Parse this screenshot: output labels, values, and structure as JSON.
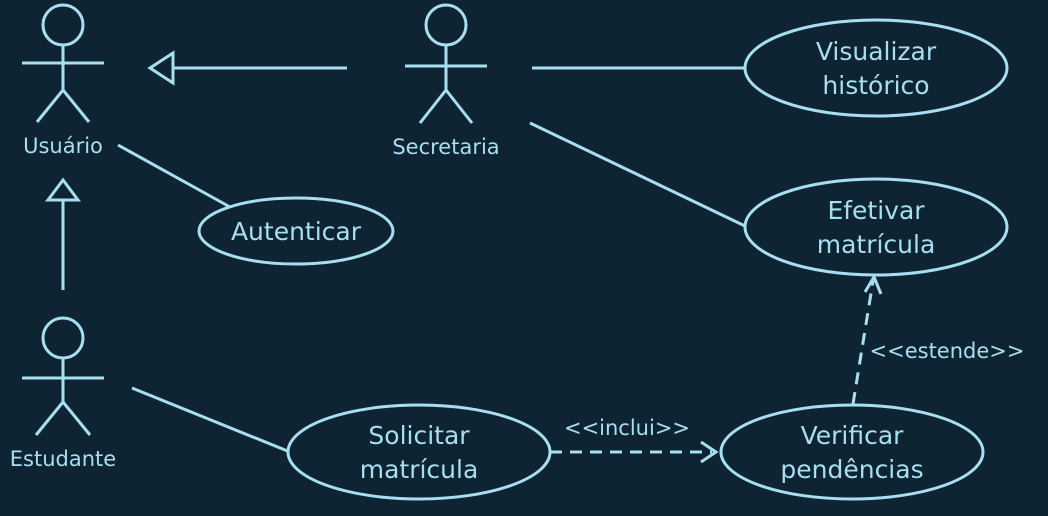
{
  "colors": {
    "background": "#0f2433",
    "line": "#a8dff0"
  },
  "actors": {
    "usuario": {
      "label": "Usuário"
    },
    "secretaria": {
      "label": "Secretaria"
    },
    "estudante": {
      "label": "Estudante"
    }
  },
  "use_cases": {
    "visualizar": {
      "line1": "Visualizar",
      "line2": "histórico"
    },
    "efetivar": {
      "line1": "Efetivar",
      "line2": "matrícula"
    },
    "autenticar": {
      "line1": "Autenticar"
    },
    "solicitar": {
      "line1": "Solicitar",
      "line2": "matrícula"
    },
    "verificar": {
      "line1": "Verificar",
      "line2": "pendências"
    }
  },
  "relations": {
    "include_label": "<<inclui>>",
    "extend_label": "<<estende>>"
  }
}
